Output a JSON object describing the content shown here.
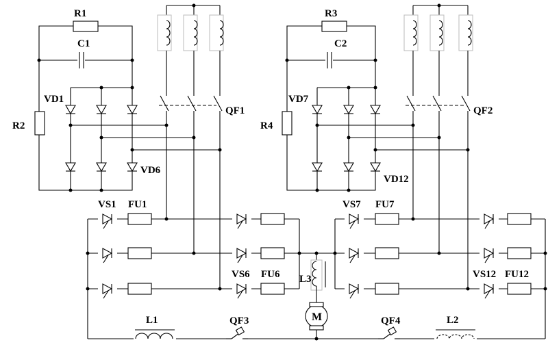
{
  "labels": {
    "r1": "R1",
    "c1": "C1",
    "r2": "R2",
    "vd1": "VD1",
    "vd6": "VD6",
    "qf1": "QF1",
    "r3": "R3",
    "c2": "C2",
    "r4": "R4",
    "vd7": "VD7",
    "vd12": "VD12",
    "qf2": "QF2",
    "vs1": "VS1",
    "fu1": "FU1",
    "vs6": "VS6",
    "fu6": "FU6",
    "vs7": "VS7",
    "fu7": "FU7",
    "vs12": "VS12",
    "fu12": "FU12",
    "l1": "L1",
    "l2": "L2",
    "l3": "L3",
    "qf3": "QF3",
    "qf4": "QF4",
    "motor": "M"
  },
  "colors": {
    "line": "#000000",
    "background": "#ffffff"
  }
}
